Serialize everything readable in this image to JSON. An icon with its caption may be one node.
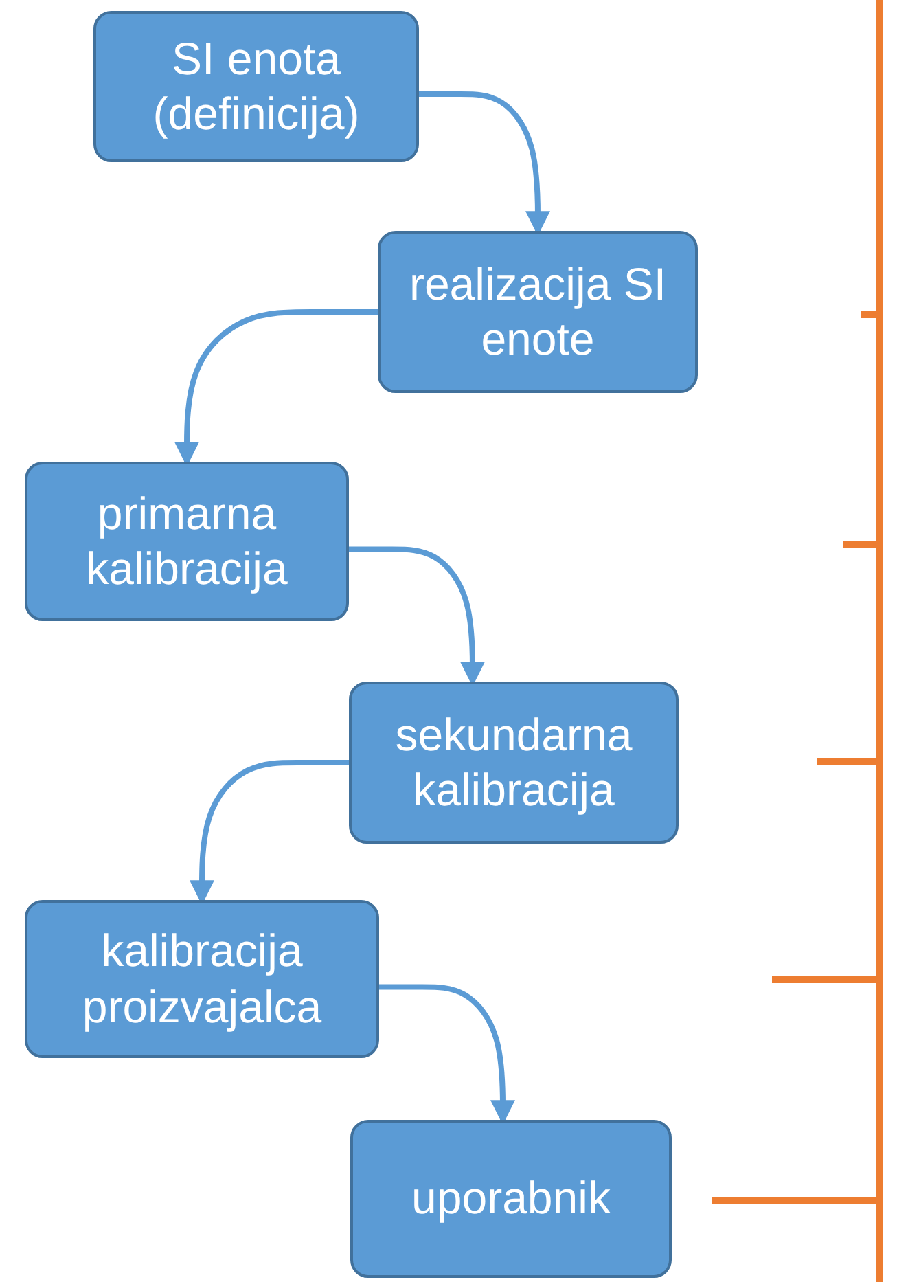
{
  "diagram": {
    "nodes": [
      {
        "text": [
          "SI enota (definicija)"
        ]
      },
      {
        "text": [
          "realizacija SI enote"
        ]
      },
      {
        "text": [
          "primarna kalibracija"
        ]
      },
      {
        "text": [
          "sekundarna kalibracija"
        ]
      },
      {
        "text": [
          "kalibracija proizvajalca"
        ]
      },
      {
        "text": [
          "uporabnik"
        ]
      }
    ],
    "edges": [
      {
        "from": 0,
        "to": 1,
        "arrow": "to"
      },
      {
        "from": 1,
        "to": 2,
        "arrow": "to"
      },
      {
        "from": 2,
        "to": 3,
        "arrow": "to"
      },
      {
        "from": 3,
        "to": 4,
        "arrow": "to"
      },
      {
        "from": 4,
        "to": 5,
        "arrow": "to"
      }
    ]
  }
}
